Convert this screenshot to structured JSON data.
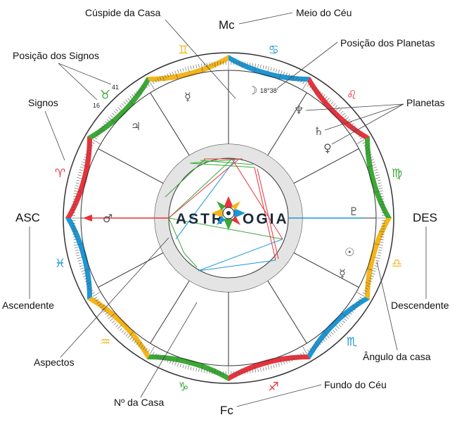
{
  "callouts": {
    "cuspide_da_casa": "Cúspide da Casa",
    "meio_do_ceu": "Meio do Céu",
    "posicao_dos_planetas": "Posição dos Planetas",
    "posicao_dos_signos": "Posição dos Signos",
    "signos": "Signos",
    "planetas": "Planetas",
    "ascendente": "Ascendente",
    "descendente": "Descendente",
    "aspectos": "Aspectos",
    "angulo_da_casa": "Ângulo da casa",
    "no_da_casa": "Nº da Casa",
    "fundo_do_ceu": "Fundo do Céu"
  },
  "points": {
    "mc": "Mc",
    "fc": "Fc",
    "asc": "ASC",
    "des": "DES"
  },
  "sign_position_numbers": [
    "41",
    "16"
  ],
  "moon_degree": "18°38'",
  "brand": {
    "left": "ASTR",
    "right": "OGIA"
  },
  "signs": [
    {
      "glyph": "♈",
      "name": "aries-icon",
      "color": "#e8333c"
    },
    {
      "glyph": "♉",
      "name": "taurus-icon",
      "color": "#3aa935"
    },
    {
      "glyph": "♊",
      "name": "gemini-icon",
      "color": "#f4b51b"
    },
    {
      "glyph": "♋",
      "name": "cancer-icon",
      "color": "#1e96d4"
    },
    {
      "glyph": "♌",
      "name": "leo-icon",
      "color": "#e8333c"
    },
    {
      "glyph": "♍",
      "name": "virgo-icon",
      "color": "#3aa935"
    },
    {
      "glyph": "♎",
      "name": "libra-icon",
      "color": "#f4b51b"
    },
    {
      "glyph": "♏",
      "name": "scorpio-icon",
      "color": "#1e96d4"
    },
    {
      "glyph": "♐",
      "name": "sagittarius-icon",
      "color": "#e8333c"
    },
    {
      "glyph": "♑",
      "name": "capricorn-icon",
      "color": "#3aa935"
    },
    {
      "glyph": "♒",
      "name": "aquarius-icon",
      "color": "#f4b51b"
    },
    {
      "glyph": "♓",
      "name": "pisces-icon",
      "color": "#1e96d4"
    }
  ],
  "planets": [
    {
      "glyph": "♂",
      "name": "mars-icon"
    },
    {
      "glyph": "♃",
      "name": "jupiter-icon"
    },
    {
      "glyph": "☿",
      "name": "mercury-icon"
    },
    {
      "glyph": "☽",
      "name": "moon-icon"
    },
    {
      "glyph": "♆",
      "name": "neptune-icon"
    },
    {
      "glyph": "♄",
      "name": "saturn-icon"
    },
    {
      "glyph": "♀",
      "name": "venus-icon"
    },
    {
      "glyph": "♇",
      "name": "pluto-icon"
    },
    {
      "glyph": "☉",
      "name": "sun-icon"
    },
    {
      "glyph": "☿",
      "name": "mercury-2-icon"
    }
  ],
  "colors": {
    "red": "#e8333c",
    "green": "#3aa935",
    "yellow": "#f4b51b",
    "blue": "#1e96d4",
    "line": "#333333"
  }
}
